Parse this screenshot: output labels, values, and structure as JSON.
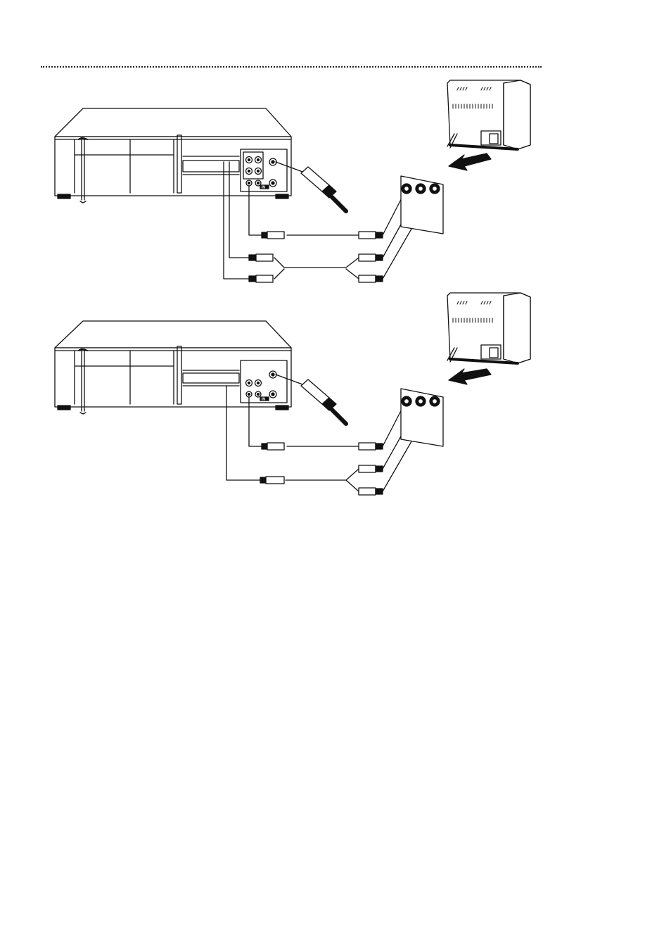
{
  "diagrams": [
    {
      "vcr_jack_label": "IN",
      "av_jacks": 4
    },
    {
      "vcr_jack_label": "IN",
      "av_jacks": 2
    }
  ],
  "colors": {
    "ink": "#111111",
    "paper": "#ffffff",
    "gray": "#888888"
  }
}
